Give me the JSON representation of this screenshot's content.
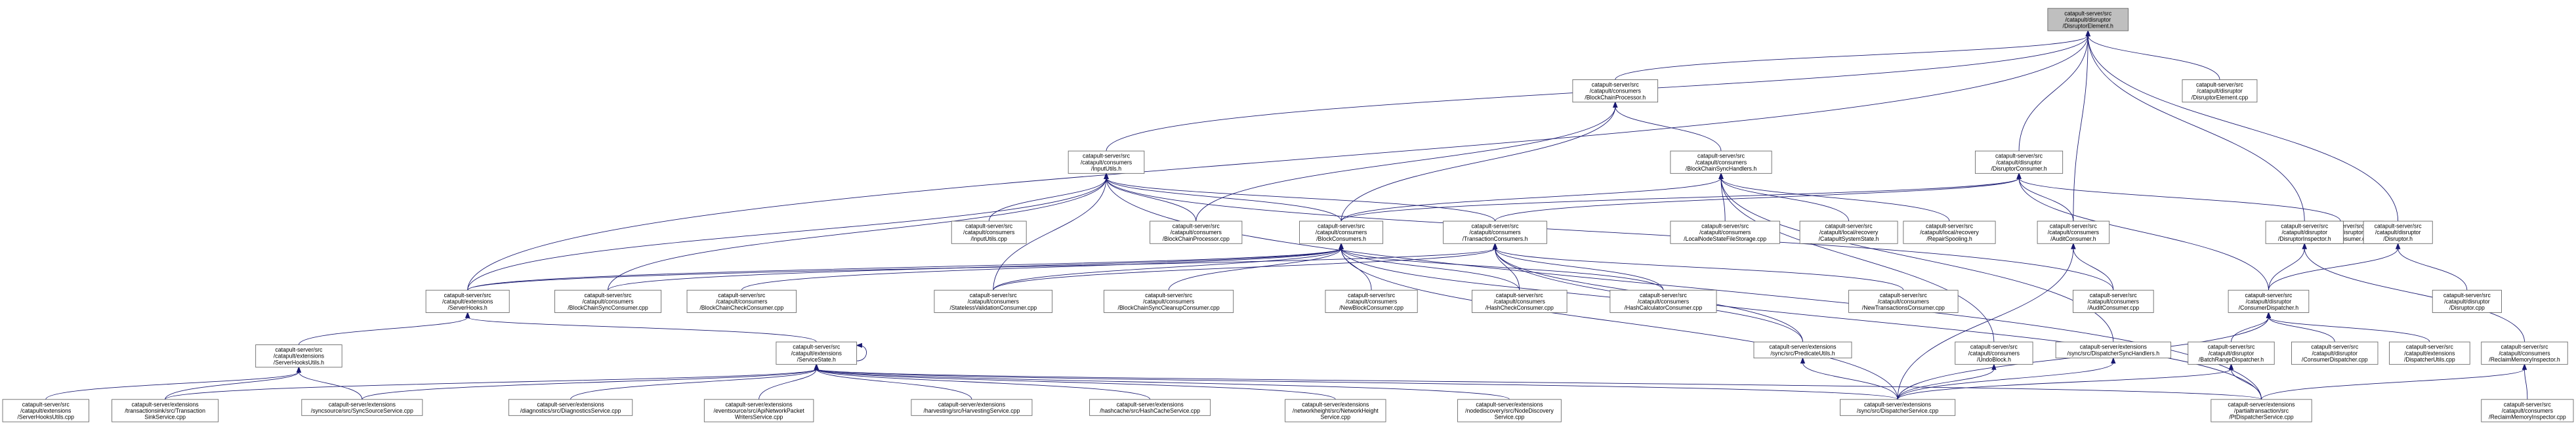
{
  "colors": {
    "edge": "#191970",
    "node_fill": "#ffffff",
    "root_fill": "#bfbfbf",
    "border_normal": "#666666",
    "border_truncated": "#ff0000"
  },
  "nodes": [
    {
      "id": "root",
      "lines": [
        "catapult-server/src",
        "/catapult/disruptor",
        "/DisruptorElement.h"
      ],
      "style": "root"
    },
    {
      "id": "bcp_h",
      "lines": [
        "catapult-server/src",
        "/catapult/consumers",
        "/BlockChainProcessor.h"
      ],
      "style": "normal"
    },
    {
      "id": "de_cpp",
      "lines": [
        "catapult-server/src",
        "/catapult/disruptor",
        "/DisruptorElement.cpp"
      ],
      "style": "normal"
    },
    {
      "id": "inpututils_h",
      "lines": [
        "catapult-server/src",
        "/catapult/consumers",
        "/InputUtils.h"
      ],
      "style": "normal"
    },
    {
      "id": "bcsh_h",
      "lines": [
        "catapult-server/src",
        "/catapult/consumers",
        "/BlockChainSyncHandlers.h"
      ],
      "style": "normal"
    },
    {
      "id": "dc_h",
      "lines": [
        "catapult-server/src",
        "/catapult/disruptor",
        "/DisruptorConsumer.h"
      ],
      "style": "normal"
    },
    {
      "id": "inpututils_cpp",
      "lines": [
        "catapult-server/src",
        "/catapult/consumers",
        "/InputUtils.cpp"
      ],
      "style": "normal"
    },
    {
      "id": "bcp_cpp",
      "lines": [
        "catapult-server/src",
        "/catapult/consumers",
        "/BlockChainProcessor.cpp"
      ],
      "style": "normal"
    },
    {
      "id": "bc_h",
      "lines": [
        "catapult-server/src",
        "/catapult/consumers",
        "/BlockConsumers.h"
      ],
      "style": "normal"
    },
    {
      "id": "tc_h",
      "lines": [
        "catapult-server/src",
        "/catapult/consumers",
        "/TransactionConsumers.h"
      ],
      "style": "normal"
    },
    {
      "id": "lnsfs_cpp",
      "lines": [
        "catapult-server/src",
        "/catapult/consumers",
        "/LocalNodeStateFileStorage.cpp"
      ],
      "style": "normal"
    },
    {
      "id": "css_h",
      "lines": [
        "catapult-server/src",
        "/catapult/local/recovery",
        "/CatapultSystemState.h"
      ],
      "style": "truncated"
    },
    {
      "id": "rs_h",
      "lines": [
        "catapult-server/src",
        "/catapult/local/recovery",
        "/RepairSpooling.h"
      ],
      "style": "truncated"
    },
    {
      "id": "ac_h",
      "lines": [
        "catapult-server/src",
        "/catapult/consumers",
        "/AuditConsumer.h"
      ],
      "style": "normal"
    },
    {
      "id": "dcons_cpp",
      "lines": [
        "catapult-server/src",
        "/catapult/disruptor",
        "/DisruptorConsumer.cpp"
      ],
      "style": "normal"
    },
    {
      "id": "di_h",
      "lines": [
        "catapult-server/src",
        "/catapult/disruptor",
        "/DisruptorInspector.h"
      ],
      "style": "normal"
    },
    {
      "id": "dis_h",
      "lines": [
        "catapult-server/src",
        "/catapult/disruptor",
        "/Disruptor.h"
      ],
      "style": "normal"
    },
    {
      "id": "sh_h",
      "lines": [
        "catapult-server/src",
        "/catapult/extensions",
        "/ServerHooks.h"
      ],
      "style": "normal"
    },
    {
      "id": "bcsc_cpp",
      "lines": [
        "catapult-server/src",
        "/catapult/consumers",
        "/BlockChainSyncConsumer.cpp"
      ],
      "style": "normal"
    },
    {
      "id": "bccc_cpp",
      "lines": [
        "catapult-server/src",
        "/catapult/consumers",
        "/BlockChainCheckConsumer.cpp"
      ],
      "style": "normal"
    },
    {
      "id": "svc_cpp",
      "lines": [
        "catapult-server/src",
        "/catapult/consumers",
        "/StatelessValidationConsumer.cpp"
      ],
      "style": "normal"
    },
    {
      "id": "bcscc_cpp",
      "lines": [
        "catapult-server/src",
        "/catapult/consumers",
        "/BlockChainSyncCleanupConsumer.cpp"
      ],
      "style": "normal"
    },
    {
      "id": "nbc_cpp",
      "lines": [
        "catapult-server/src",
        "/catapult/consumers",
        "/NewBlockConsumer.cpp"
      ],
      "style": "normal"
    },
    {
      "id": "hcc_cpp",
      "lines": [
        "catapult-server/src",
        "/catapult/consumers",
        "/HashCheckConsumer.cpp"
      ],
      "style": "normal"
    },
    {
      "id": "hcalc_cpp",
      "lines": [
        "catapult-server/src",
        "/catapult/consumers",
        "/HashCalculatorConsumer.cpp"
      ],
      "style": "normal"
    },
    {
      "id": "ntc_cpp",
      "lines": [
        "catapult-server/src",
        "/catapult/consumers",
        "/NewTransactionsConsumer.cpp"
      ],
      "style": "normal"
    },
    {
      "id": "ac_cpp",
      "lines": [
        "catapult-server/src",
        "/catapult/consumers",
        "/AuditConsumer.cpp"
      ],
      "style": "normal"
    },
    {
      "id": "dcd_h",
      "lines": [
        "catapult-server/src",
        "/catapult/disruptor",
        "/ConsumerDispatcher.h"
      ],
      "style": "normal"
    },
    {
      "id": "dis_cpp",
      "lines": [
        "catapult-server/src",
        "/catapult/disruptor",
        "/Disruptor.cpp"
      ],
      "style": "normal"
    },
    {
      "id": "shu_h",
      "lines": [
        "catapult-server/src",
        "/catapult/extensions",
        "/ServerHooksUtils.h"
      ],
      "style": "normal"
    },
    {
      "id": "ss_h",
      "lines": [
        "catapult-server/src",
        "/catapult/extensions",
        "/ServiceState.h"
      ],
      "style": "truncated"
    },
    {
      "id": "pu_h",
      "lines": [
        "catapult-server/extensions",
        "/sync/src/PredicateUtils.h"
      ],
      "style": "truncated"
    },
    {
      "id": "ub_h",
      "lines": [
        "catapult-server/src",
        "/catapult/consumers",
        "/UndoBlock.h"
      ],
      "style": "truncated"
    },
    {
      "id": "dsh_h",
      "lines": [
        "catapult-server/extensions",
        "/sync/src/DispatcherSyncHandlers.h"
      ],
      "style": "truncated"
    },
    {
      "id": "brd_h",
      "lines": [
        "catapult-server/src",
        "/catapult/disruptor",
        "/BatchRangeDispatcher.h"
      ],
      "style": "truncated"
    },
    {
      "id": "cdisp_cpp",
      "lines": [
        "catapult-server/src",
        "/catapult/disruptor",
        "/ConsumerDispatcher.cpp"
      ],
      "style": "normal"
    },
    {
      "id": "du_cpp",
      "lines": [
        "catapult-server/src",
        "/catapult/extensions",
        "/DispatcherUtils.cpp"
      ],
      "style": "normal"
    },
    {
      "id": "rmi_h",
      "lines": [
        "catapult-server/src",
        "/catapult/consumers",
        "/ReclaimMemoryInspector.h"
      ],
      "style": "normal"
    },
    {
      "id": "shu_cpp",
      "lines": [
        "catapult-server/src",
        "/catapult/extensions",
        "/ServerHooksUtils.cpp"
      ],
      "style": "normal"
    },
    {
      "id": "tss_cpp",
      "lines": [
        "catapult-server/extensions",
        "/transactionsink/src/Transaction",
        "SinkService.cpp"
      ],
      "style": "normal"
    },
    {
      "id": "sss_cpp",
      "lines": [
        "catapult-server/extensions",
        "/syncsource/src/SyncSourceService.cpp"
      ],
      "style": "normal"
    },
    {
      "id": "diag_cpp",
      "lines": [
        "catapult-server/extensions",
        "/diagnostics/src/DiagnosticsService.cpp"
      ],
      "style": "normal"
    },
    {
      "id": "anp_cpp",
      "lines": [
        "catapult-server/extensions",
        "/eventsource/src/ApiNetworkPacket",
        "WritersService.cpp"
      ],
      "style": "normal"
    },
    {
      "id": "harv_cpp",
      "lines": [
        "catapult-server/extensions",
        "/harvesting/src/HarvestingService.cpp"
      ],
      "style": "normal"
    },
    {
      "id": "hcs_cpp",
      "lines": [
        "catapult-server/extensions",
        "/hashcache/src/HashCacheService.cpp"
      ],
      "style": "normal"
    },
    {
      "id": "nhs_cpp",
      "lines": [
        "catapult-server/extensions",
        "/networkheight/src/NetworkHeight",
        "Service.cpp"
      ],
      "style": "normal"
    },
    {
      "id": "nds_cpp",
      "lines": [
        "catapult-server/extensions",
        "/nodediscovery/src/NodeDiscovery",
        "Service.cpp"
      ],
      "style": "normal"
    },
    {
      "id": "ds_cpp",
      "lines": [
        "catapult-server/extensions",
        "/sync/src/DispatcherService.cpp"
      ],
      "style": "normal"
    },
    {
      "id": "ptd_cpp",
      "lines": [
        "catapult-server/extensions",
        "/partialtransaction/src",
        "/PtDispatcherService.cpp"
      ],
      "style": "normal"
    },
    {
      "id": "rmi_cpp",
      "lines": [
        "catapult-server/src",
        "/catapult/consumers",
        "/ReclaimMemoryInspector.cpp"
      ],
      "style": "normal"
    }
  ]
}
